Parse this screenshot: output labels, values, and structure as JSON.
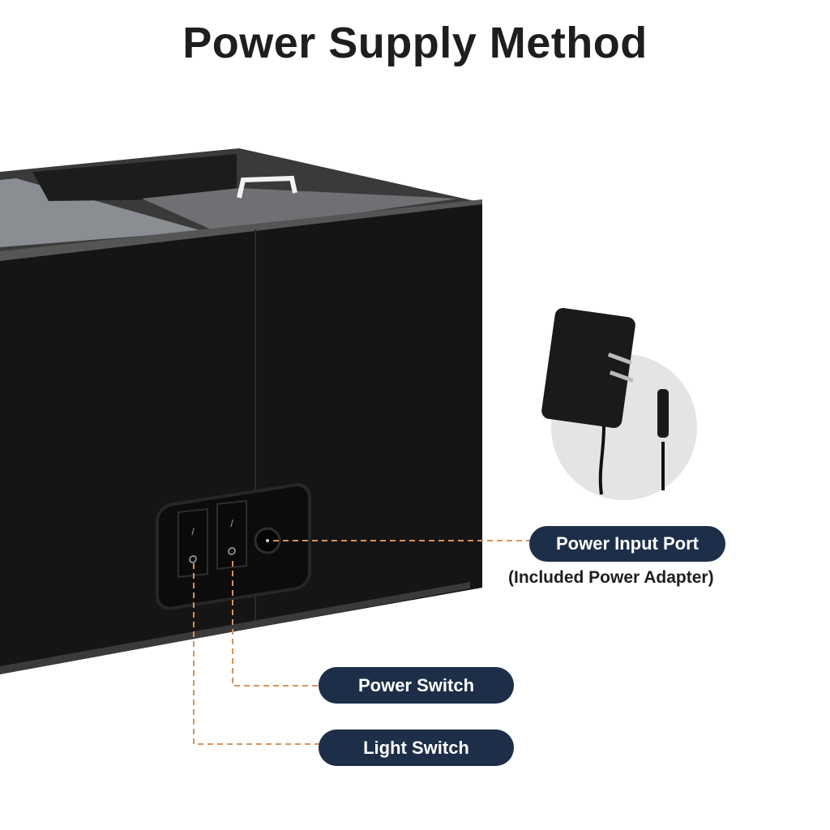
{
  "title": "Power Supply Method",
  "labels": {
    "power_input_port": "Power Input Port",
    "power_input_note": "(Included Power Adapter)",
    "power_switch": "Power Switch",
    "light_switch": "Light Switch"
  },
  "colors": {
    "pill": "#1d2e48",
    "leader_line": "#d9935a",
    "box": "#151515"
  }
}
